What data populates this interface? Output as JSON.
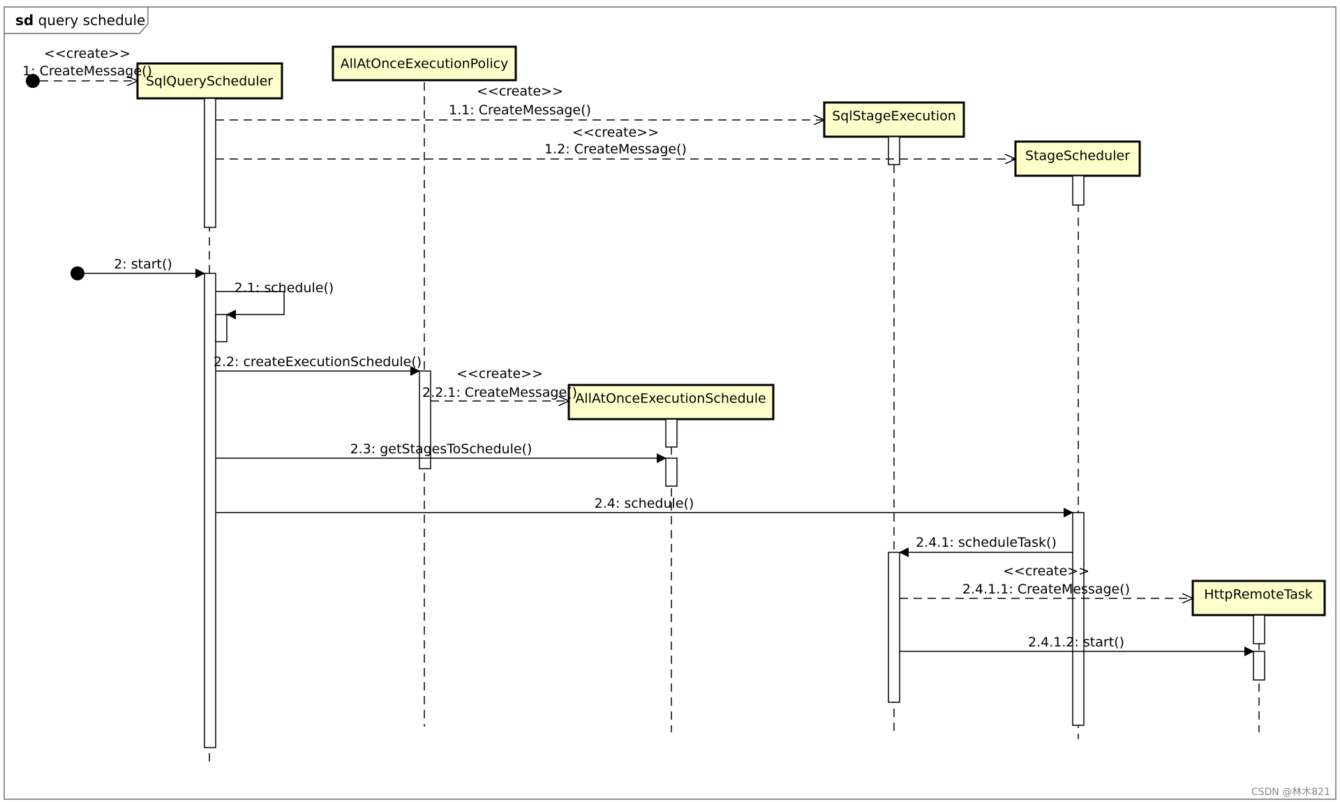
{
  "frame": {
    "keyword": "sd",
    "title": "query schedule"
  },
  "lifelines": {
    "sqlQueryScheduler": "SqlQueryScheduler",
    "allAtOncePolicy": "AllAtOnceExecutionPolicy",
    "sqlStageExecution": "SqlStageExecution",
    "stageScheduler": "StageScheduler",
    "allAtOnceSchedule": "AllAtOnceExecutionSchedule",
    "httpRemoteTask": "HttpRemoteTask"
  },
  "messages": {
    "m1": {
      "stereotype": "<<create>>",
      "label": "1: CreateMessage()"
    },
    "m1_1": {
      "stereotype": "<<create>>",
      "label": "1.1: CreateMessage()"
    },
    "m1_2": {
      "stereotype": "<<create>>",
      "label": "1.2: CreateMessage()"
    },
    "m2": {
      "label": "2: start()"
    },
    "m2_1": {
      "label": "2.1: schedule()"
    },
    "m2_2": {
      "label": "2.2: createExecutionSchedule()"
    },
    "m2_2_1": {
      "stereotype": "<<create>>",
      "label": "2.2.1: CreateMessage()"
    },
    "m2_3": {
      "label": "2.3: getStagesToSchedule()"
    },
    "m2_4": {
      "label": "2.4: schedule()"
    },
    "m2_4_1": {
      "label": "2.4.1: scheduleTask()"
    },
    "m2_4_1_1": {
      "stereotype": "<<create>>",
      "label": "2.4.1.1: CreateMessage()"
    },
    "m2_4_1_2": {
      "label": "2.4.1.2: start()"
    }
  },
  "watermark": "CSDN @林木821",
  "colors": {
    "lifeline_box_fill": "#ffffcc",
    "stroke": "#000000",
    "frame_stroke": "#6e6e6e"
  }
}
